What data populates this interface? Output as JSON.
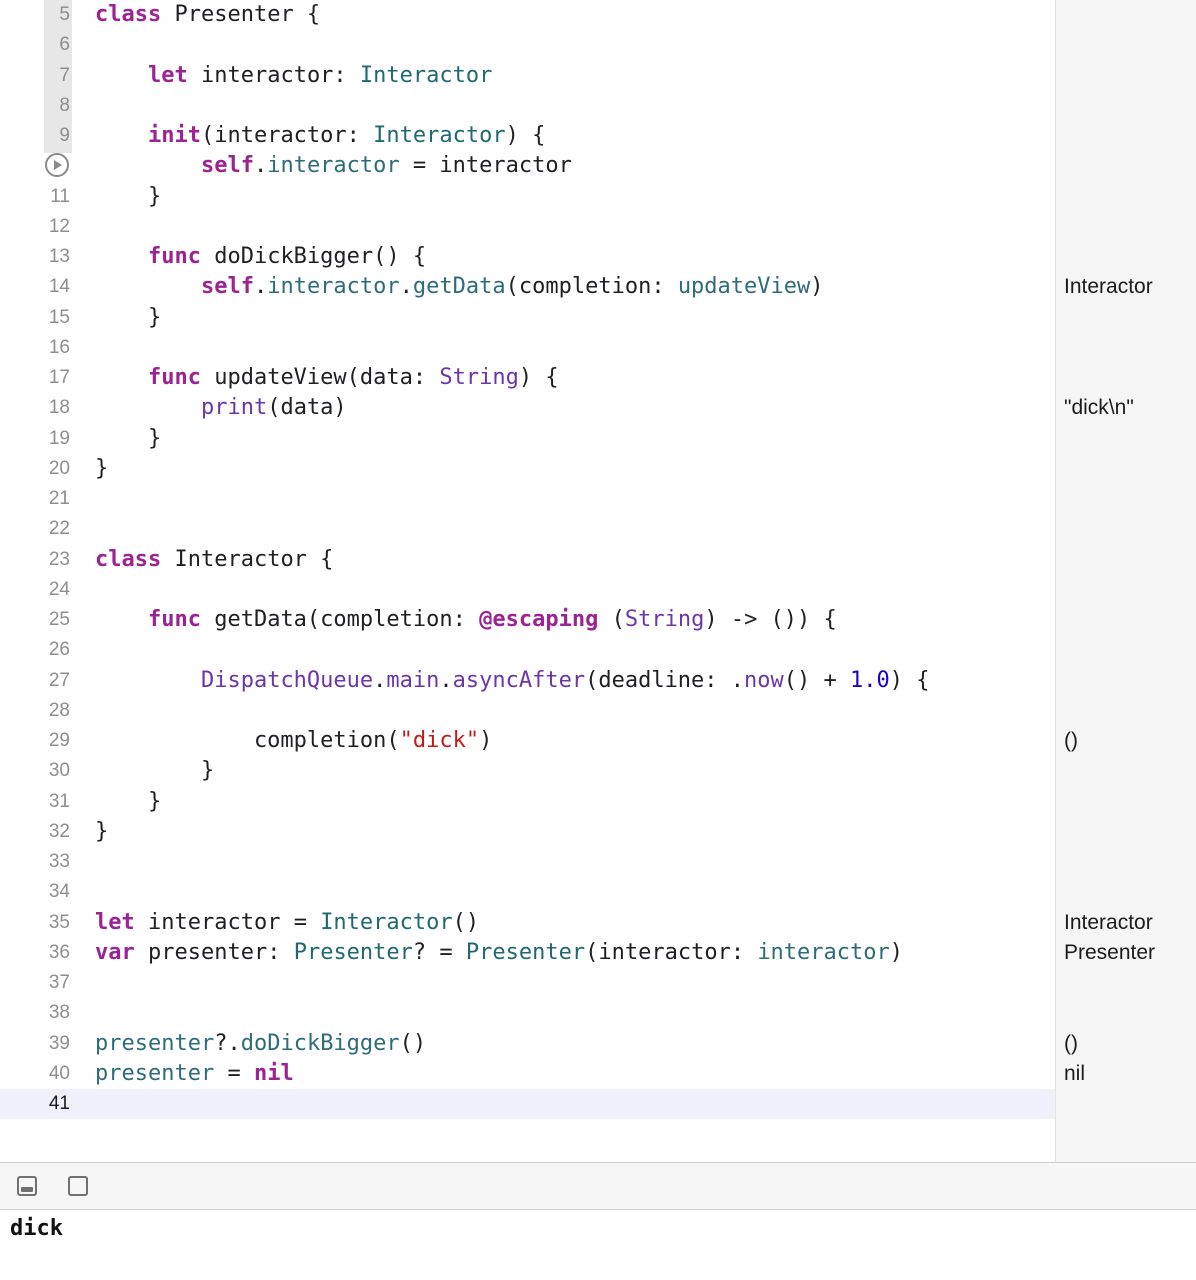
{
  "lines": [
    {
      "n": "5",
      "code": [
        {
          "t": "class",
          "c": "k"
        },
        {
          "t": " Presenter {"
        }
      ]
    },
    {
      "n": "6",
      "code": []
    },
    {
      "n": "7",
      "code": [
        {
          "t": "    "
        },
        {
          "t": "let",
          "c": "k"
        },
        {
          "t": " interactor: "
        },
        {
          "t": "Interactor",
          "c": "t"
        }
      ]
    },
    {
      "n": "8",
      "code": []
    },
    {
      "n": "9",
      "code": [
        {
          "t": "    "
        },
        {
          "t": "init",
          "c": "k"
        },
        {
          "t": "(interactor: "
        },
        {
          "t": "Interactor",
          "c": "t"
        },
        {
          "t": ") {"
        }
      ]
    },
    {
      "n": "10",
      "run": true,
      "code": [
        {
          "t": "        "
        },
        {
          "t": "self",
          "c": "k"
        },
        {
          "t": "."
        },
        {
          "t": "interactor",
          "c": "m"
        },
        {
          "t": " = interactor"
        }
      ]
    },
    {
      "n": "11",
      "code": [
        {
          "t": "    }"
        }
      ]
    },
    {
      "n": "12",
      "code": []
    },
    {
      "n": "13",
      "code": [
        {
          "t": "    "
        },
        {
          "t": "func",
          "c": "k"
        },
        {
          "t": " doDickBigger() {"
        }
      ]
    },
    {
      "n": "14",
      "code": [
        {
          "t": "        "
        },
        {
          "t": "self",
          "c": "k"
        },
        {
          "t": "."
        },
        {
          "t": "interactor",
          "c": "m"
        },
        {
          "t": "."
        },
        {
          "t": "getData",
          "c": "m"
        },
        {
          "t": "(completion: "
        },
        {
          "t": "updateView",
          "c": "m"
        },
        {
          "t": ")"
        }
      ],
      "result": "Interactor"
    },
    {
      "n": "15",
      "code": [
        {
          "t": "    }"
        }
      ]
    },
    {
      "n": "16",
      "code": []
    },
    {
      "n": "17",
      "code": [
        {
          "t": "    "
        },
        {
          "t": "func",
          "c": "k"
        },
        {
          "t": " updateView(data: "
        },
        {
          "t": "String",
          "c": "f"
        },
        {
          "t": ") {"
        }
      ]
    },
    {
      "n": "18",
      "code": [
        {
          "t": "        "
        },
        {
          "t": "print",
          "c": "f"
        },
        {
          "t": "(data)"
        }
      ],
      "result": "\"dick\\n\""
    },
    {
      "n": "19",
      "code": [
        {
          "t": "    }"
        }
      ]
    },
    {
      "n": "20",
      "code": [
        {
          "t": "}"
        }
      ]
    },
    {
      "n": "21",
      "code": []
    },
    {
      "n": "22",
      "code": []
    },
    {
      "n": "23",
      "code": [
        {
          "t": "class",
          "c": "k"
        },
        {
          "t": " Interactor {"
        }
      ]
    },
    {
      "n": "24",
      "code": []
    },
    {
      "n": "25",
      "code": [
        {
          "t": "    "
        },
        {
          "t": "func",
          "c": "k"
        },
        {
          "t": " getData(completion: "
        },
        {
          "t": "@escaping",
          "c": "k"
        },
        {
          "t": " ("
        },
        {
          "t": "String",
          "c": "f"
        },
        {
          "t": ") -> ()) {"
        }
      ]
    },
    {
      "n": "26",
      "code": []
    },
    {
      "n": "27",
      "code": [
        {
          "t": "        "
        },
        {
          "t": "DispatchQueue",
          "c": "f"
        },
        {
          "t": "."
        },
        {
          "t": "main",
          "c": "f"
        },
        {
          "t": "."
        },
        {
          "t": "asyncAfter",
          "c": "f"
        },
        {
          "t": "(deadline: ."
        },
        {
          "t": "now",
          "c": "f"
        },
        {
          "t": "() + "
        },
        {
          "t": "1.0",
          "c": "n"
        },
        {
          "t": ") {"
        }
      ]
    },
    {
      "n": "28",
      "code": []
    },
    {
      "n": "29",
      "code": [
        {
          "t": "            completion("
        },
        {
          "t": "\"dick\"",
          "c": "s"
        },
        {
          "t": ")"
        }
      ],
      "result": "()"
    },
    {
      "n": "30",
      "code": [
        {
          "t": "        }"
        }
      ]
    },
    {
      "n": "31",
      "code": [
        {
          "t": "    }"
        }
      ]
    },
    {
      "n": "32",
      "code": [
        {
          "t": "}"
        }
      ]
    },
    {
      "n": "33",
      "code": []
    },
    {
      "n": "34",
      "code": []
    },
    {
      "n": "35",
      "code": [
        {
          "t": "let",
          "c": "k"
        },
        {
          "t": " interactor = "
        },
        {
          "t": "Interactor",
          "c": "t"
        },
        {
          "t": "()"
        }
      ],
      "result": "Interactor"
    },
    {
      "n": "36",
      "code": [
        {
          "t": "var",
          "c": "k"
        },
        {
          "t": " presenter: "
        },
        {
          "t": "Presenter",
          "c": "t"
        },
        {
          "t": "? = "
        },
        {
          "t": "Presenter",
          "c": "t"
        },
        {
          "t": "(interactor: "
        },
        {
          "t": "interactor",
          "c": "m"
        },
        {
          "t": ")"
        }
      ],
      "result": "Presenter"
    },
    {
      "n": "37",
      "code": []
    },
    {
      "n": "38",
      "code": []
    },
    {
      "n": "39",
      "code": [
        {
          "t": "presenter",
          "c": "m"
        },
        {
          "t": "?."
        },
        {
          "t": "doDickBigger",
          "c": "m"
        },
        {
          "t": "()"
        }
      ],
      "result": "()"
    },
    {
      "n": "40",
      "code": [
        {
          "t": "presenter",
          "c": "m"
        },
        {
          "t": " = "
        },
        {
          "t": "nil",
          "c": "k"
        }
      ],
      "result": "nil"
    },
    {
      "n": "41",
      "current": true,
      "code": []
    }
  ],
  "console": {
    "output": "dick"
  },
  "icons": {
    "run": "play-circle-icon",
    "console_toggle": "console-toggle-icon",
    "inspector_toggle": "inspector-toggle-icon"
  }
}
